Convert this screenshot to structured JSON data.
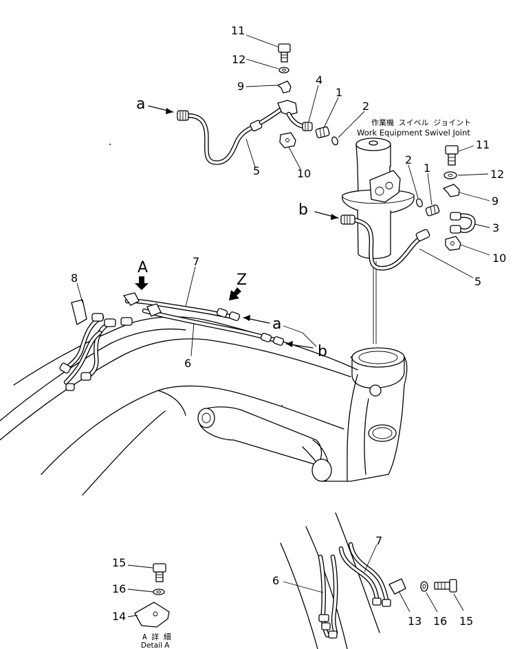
{
  "callouts": {
    "c11_top": "11",
    "c12_top": "12",
    "c9_top": "9",
    "c4": "4",
    "c1_top": "1",
    "c2_top": "2",
    "c5_left": "5",
    "c10_top": "10",
    "c2_right": "2",
    "c1_right": "1",
    "c11_right": "11",
    "c12_right": "12",
    "c9_right": "9",
    "c3": "3",
    "c10_right": "10",
    "c5_right": "5",
    "c8": "8",
    "c7": "7",
    "c6": "6",
    "c15_detail": "15",
    "c16_detail": "16",
    "c14_detail": "14",
    "c6_bottom": "6",
    "c7_bottom": "7",
    "c13": "13",
    "c16_bottom": "16",
    "c15_bottom": "15"
  },
  "letters": {
    "a_top": "a",
    "b_mid": "b",
    "a_boom": "a",
    "b_boom": "b",
    "view_A": "A",
    "view_Z": "Z"
  },
  "titles": {
    "swivel_jp": "作業機 スイベル ジョイント",
    "swivel_en": "Work Equipment Swivel Joint",
    "detail_jp": "A 詳 細",
    "detail_en": "Detail A"
  }
}
